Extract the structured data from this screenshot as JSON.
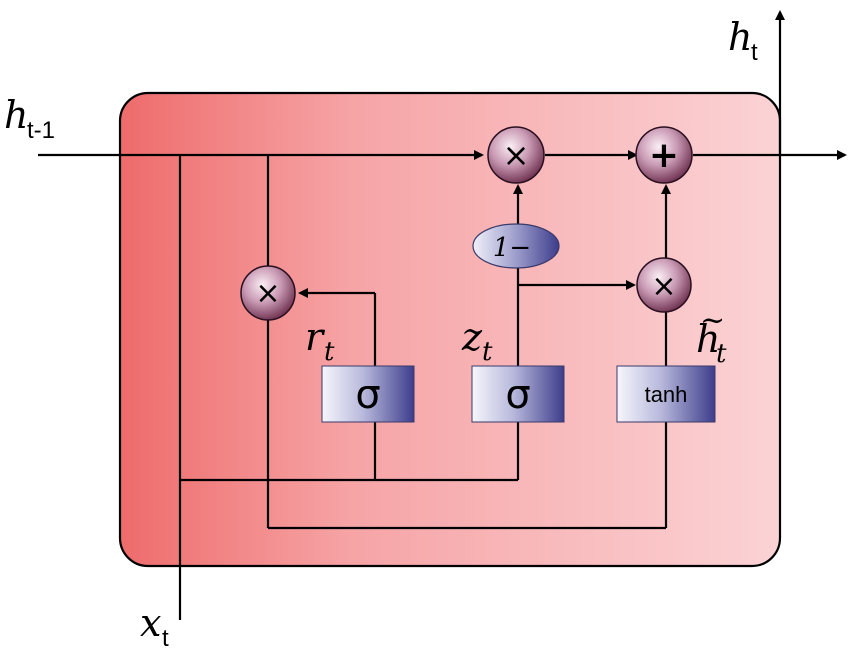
{
  "labels": {
    "h_prev": {
      "main": "h",
      "sub": "t-1"
    },
    "h_out": {
      "main": "h",
      "sub": "t"
    },
    "x_in": {
      "main": "x",
      "sub": "t"
    },
    "r_gate": {
      "main": "r",
      "sub": "t"
    },
    "z_gate": {
      "main": "z",
      "sub": "t"
    },
    "h_cand": {
      "main": "h",
      "sub": "t",
      "accent": "~"
    }
  },
  "gates": {
    "reset_activation": "σ",
    "update_activation": "σ",
    "candidate_activation": "tanh"
  },
  "operators": {
    "multiply": "×",
    "add": "+",
    "one_minus": "1−"
  },
  "colors": {
    "cell_left": "#ee6b6b",
    "cell_right": "#fad0d2",
    "node_dark": "#5a1a3a",
    "node_light": "#f4dde8",
    "gate_dark": "#3d3d8c",
    "gate_light": "#f4f4fb"
  }
}
